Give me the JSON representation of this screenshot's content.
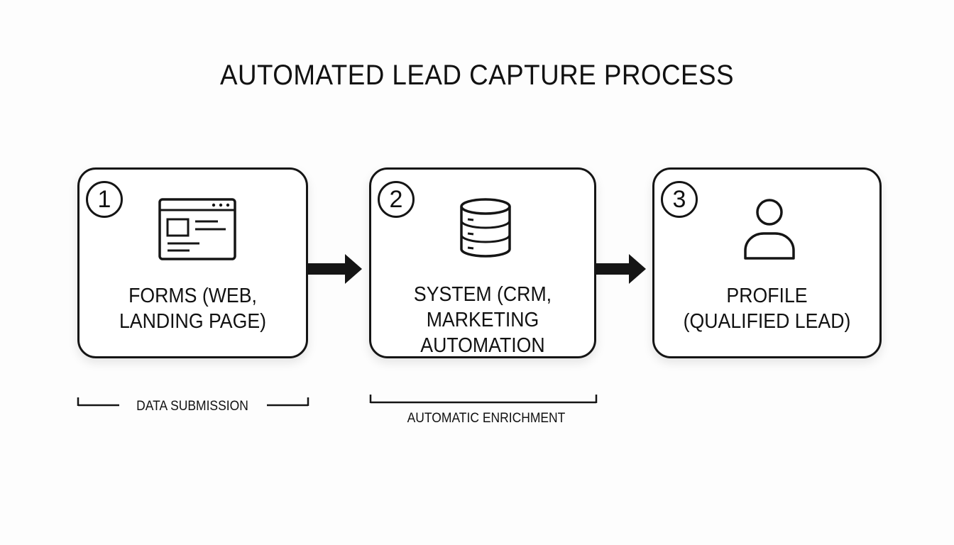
{
  "title": "AUTOMATED LEAD CAPTURE PROCESS",
  "steps": [
    {
      "number": "1",
      "label": "FORMS (WEB,\nLANDING PAGE)",
      "icon": "browser-form-icon"
    },
    {
      "number": "2",
      "label": "SYSTEM (CRM,\nMARKETING\nAUTOMATION",
      "icon": "database-icon"
    },
    {
      "number": "3",
      "label": "PROFILE\n(QUALIFIED LEAD)",
      "icon": "user-profile-icon"
    }
  ],
  "annotations": [
    {
      "label": "DATA SUBMISSION"
    },
    {
      "label": "AUTOMATIC ENRICHMENT"
    }
  ],
  "colors": {
    "stroke": "#151515",
    "background": "#fdfdfd",
    "box_fill": "#ffffff"
  }
}
